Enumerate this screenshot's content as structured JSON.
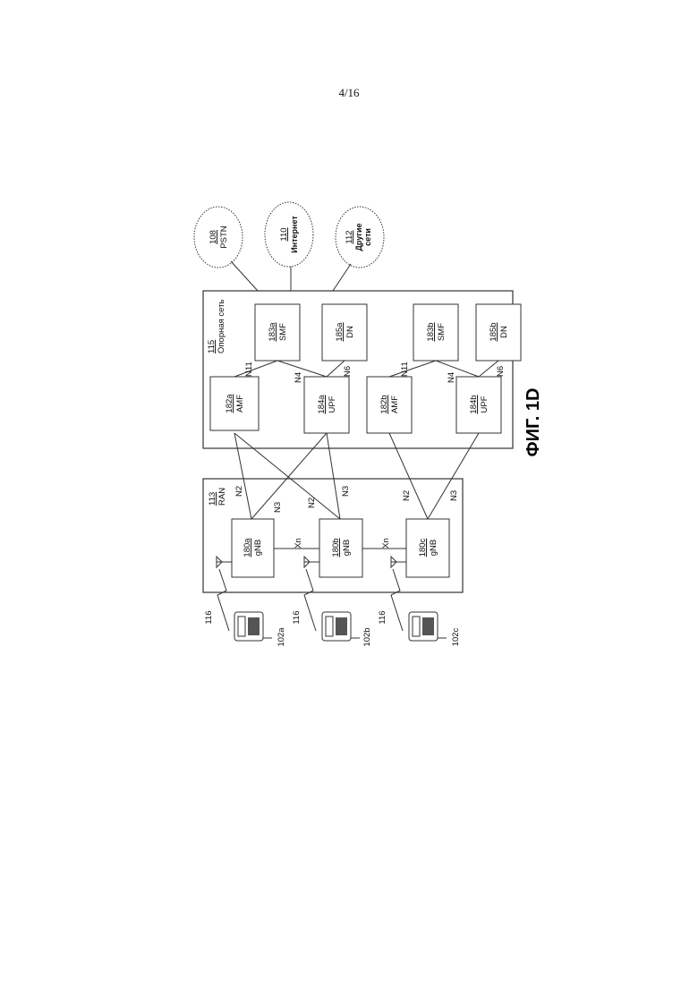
{
  "page_number": "4/16",
  "figure_label": "ФИГ. 1D",
  "core": {
    "ref": "115",
    "label": "Опорная сеть"
  },
  "ran": {
    "ref": "113",
    "label": "RAN"
  },
  "clouds": [
    {
      "ref": "108",
      "label": "PSTN"
    },
    {
      "ref": "110",
      "label": "Интернет"
    },
    {
      "ref": "112",
      "label1": "Другие",
      "label2": "сети"
    }
  ],
  "core_nodes": [
    {
      "ref": "182a",
      "label": "AMF"
    },
    {
      "ref": "183a",
      "label": "SMF"
    },
    {
      "ref": "184a",
      "label": "UPF"
    },
    {
      "ref": "185a",
      "label": "DN"
    },
    {
      "ref": "182b",
      "label": "AMF"
    },
    {
      "ref": "183b",
      "label": "SMF"
    },
    {
      "ref": "184b",
      "label": "UPF"
    },
    {
      "ref": "185b",
      "label": "DN"
    }
  ],
  "gnbs": [
    {
      "ref": "180a",
      "label": "gNB"
    },
    {
      "ref": "180b",
      "label": "gNB"
    },
    {
      "ref": "180c",
      "label": "gNB"
    }
  ],
  "interfaces": {
    "n11": "N11",
    "n4": "N4",
    "n6": "N6",
    "n2": "N2",
    "n3": "N3",
    "xn": "Xn"
  },
  "air_interface": "116",
  "wtrus": [
    "102a",
    "102b",
    "102c"
  ]
}
